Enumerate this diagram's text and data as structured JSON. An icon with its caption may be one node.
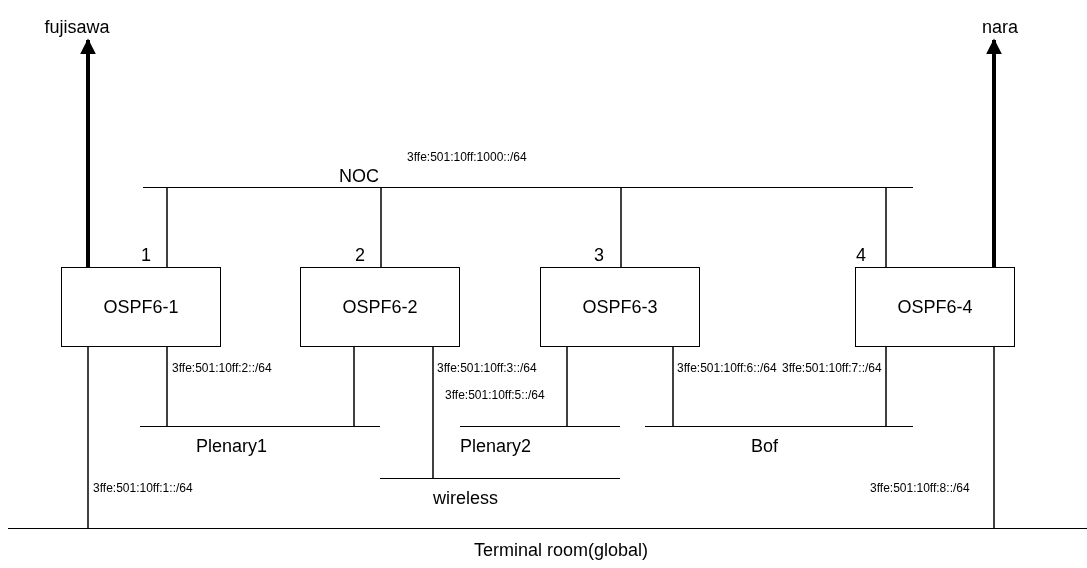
{
  "diagram": {
    "nodes": [
      {
        "text": [
          "fujisawa"
        ]
      },
      {
        "text": [
          "nara"
        ]
      },
      {
        "text": [
          "NOC"
        ],
        "beside": [
          "3ffe:501:10ff:1000::/64"
        ]
      },
      {
        "text": [
          "OSPF6-1"
        ]
      },
      {
        "text": [
          "OSPF6-2"
        ]
      },
      {
        "text": [
          "OSPF6-3"
        ]
      },
      {
        "text": [
          "OSPF6-4"
        ]
      },
      {
        "text": [
          "Plenary1"
        ]
      },
      {
        "text": [
          "Plenary2"
        ]
      },
      {
        "text": [
          "Bof"
        ]
      },
      {
        "text": [
          "wireless"
        ]
      },
      {
        "text": [
          "Terminal room(global)"
        ]
      }
    ],
    "edges": [
      {
        "from": 3,
        "to": 0,
        "arrow": "to",
        "style": "thick"
      },
      {
        "from": 6,
        "to": 1,
        "arrow": "to",
        "style": "thick"
      },
      {
        "from": 2,
        "to": 3,
        "arrow": "none"
      },
      {
        "from": 2,
        "to": 4,
        "arrow": "none"
      },
      {
        "from": 2,
        "to": 5,
        "arrow": "none"
      },
      {
        "from": 2,
        "to": 6,
        "arrow": "none"
      },
      {
        "from": 3,
        "to": 7,
        "arrow": "none"
      },
      {
        "from": 4,
        "to": 7,
        "arrow": "none"
      },
      {
        "from": 4,
        "to": 10,
        "arrow": "none"
      },
      {
        "from": 5,
        "to": 8,
        "arrow": "none"
      },
      {
        "from": 5,
        "to": 9,
        "arrow": "none"
      },
      {
        "from": 6,
        "to": 9,
        "arrow": "none"
      },
      {
        "from": 3,
        "to": 11,
        "arrow": "none"
      },
      {
        "from": 6,
        "to": 11,
        "arrow": "none"
      }
    ],
    "labels": [
      "1",
      "2",
      "3",
      "4",
      "3ffe:501:10ff:2::/64",
      "3ffe:501:10ff:3::/64",
      "3ffe:501:10ff:6::/64",
      "3ffe:501:10ff:7::/64",
      "3ffe:501:10ff:5::/64",
      "3ffe:501:10ff:1::/64",
      "3ffe:501:10ff:8::/64"
    ]
  }
}
